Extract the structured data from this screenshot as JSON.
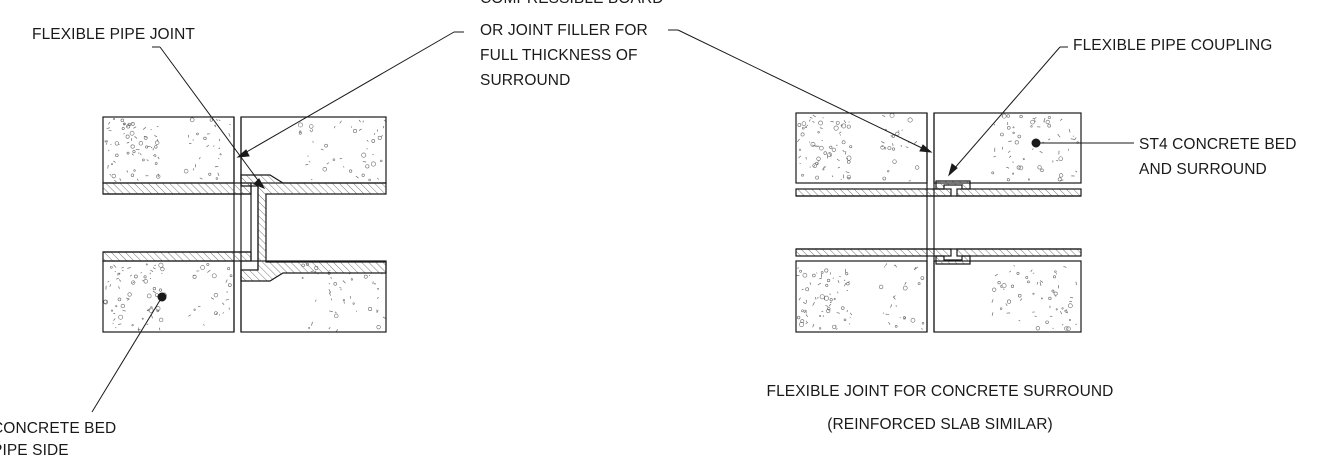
{
  "labels": {
    "flexible_pipe_joint": "FLEXIBLE PIPE JOINT",
    "compressible_board_1": "COMPRESSIBLE BOARD",
    "compressible_board_2": "OR JOINT FILLER FOR",
    "compressible_board_3": "FULL THICKNESS OF",
    "compressible_board_4": "SURROUND",
    "flexible_pipe_coupling": "FLEXIBLE PIPE COUPLING",
    "st4_1": "ST4 CONCRETE BED",
    "st4_2": "AND SURROUND",
    "concrete_bed_1": "CONCRETE BED",
    "concrete_bed_2": "PIPE SIDE",
    "caption_1": "FLEXIBLE JOINT FOR CONCRETE SURROUND",
    "caption_2": "(REINFORCED SLAB SIMILAR)"
  },
  "colors": {
    "line": "#1a1a1a",
    "hatch": "#555555",
    "aggregate": "#6a6a6a",
    "background": "#ffffff"
  }
}
